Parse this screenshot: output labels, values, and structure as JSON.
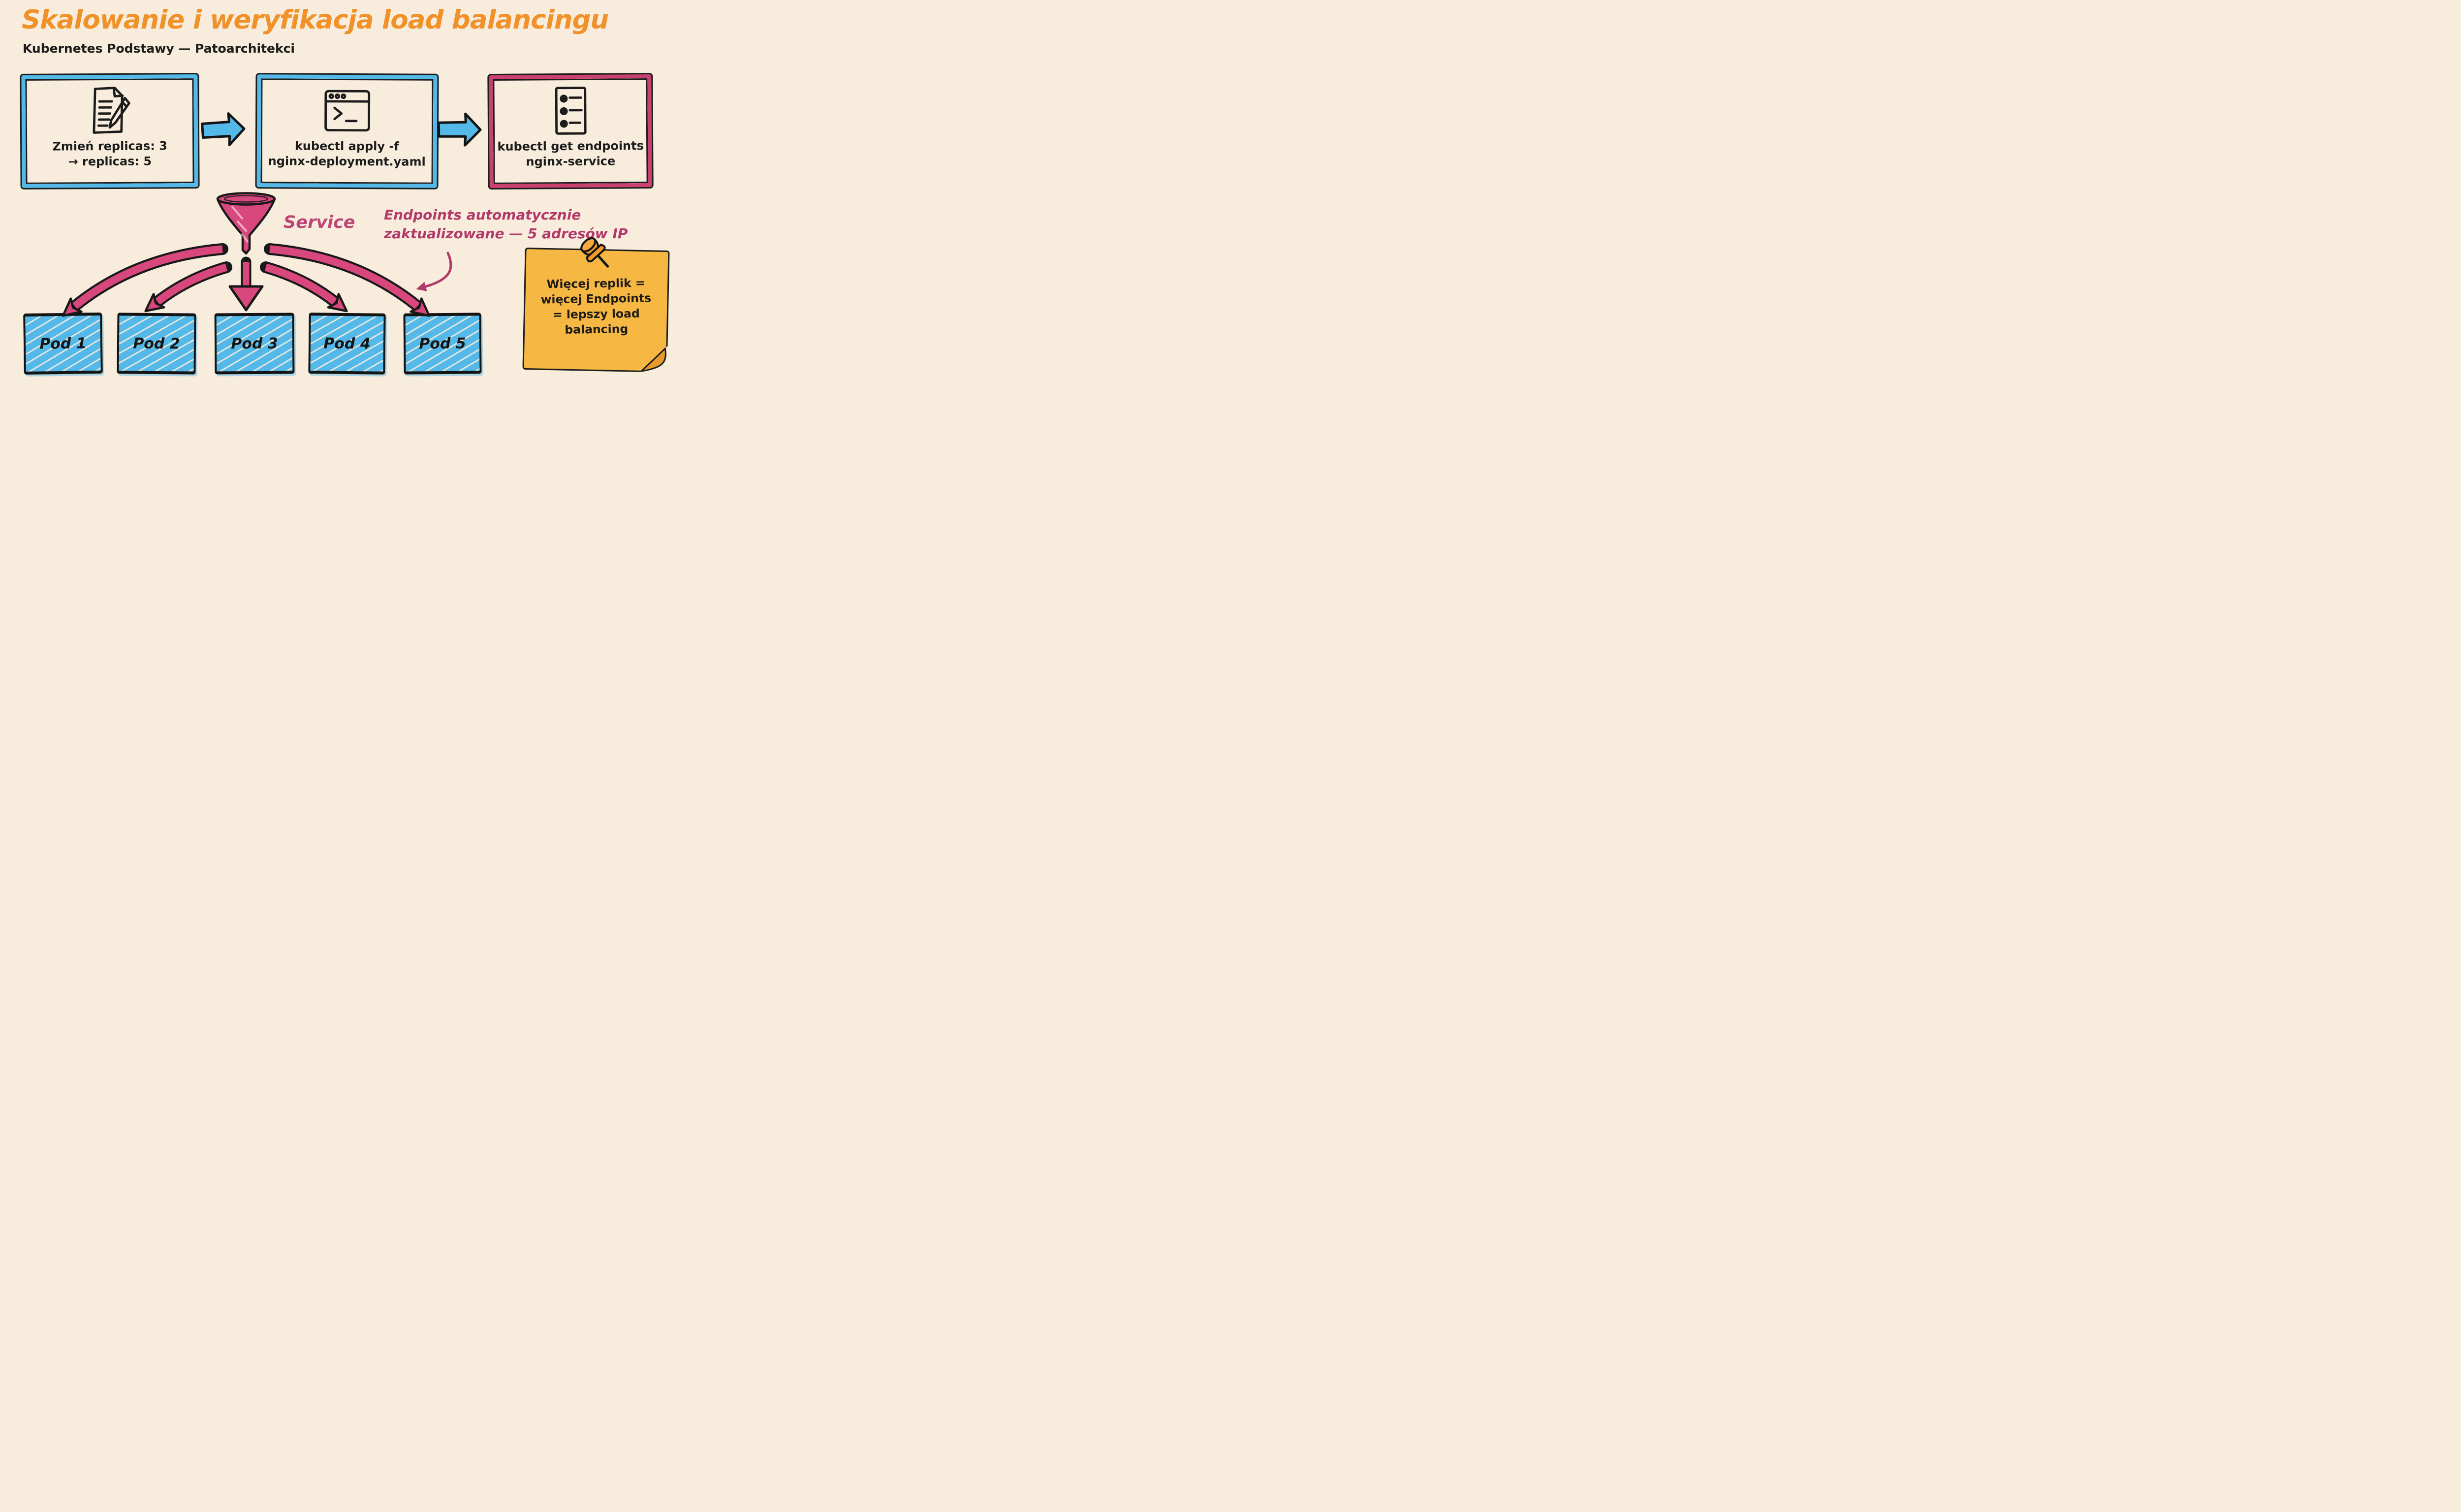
{
  "title": "Skalowanie i weryfikacja load balancingu",
  "subtitle": "Kubernetes Podstawy — Patoarchitekci",
  "colors": {
    "background": "#f8eddc",
    "title_orange": "#f0912a",
    "blue": "#54b9e8",
    "pink_arrow": "#d8487d",
    "magenta_text": "#b23a6b",
    "step3_border": "#c8416f",
    "note_yellow": "#f6b843",
    "pushpin_orange": "#f49a28",
    "ink": "#1c1c1c"
  },
  "steps": [
    {
      "icon": "document-pencil-icon",
      "line1": "Zmień replicas: 3",
      "line2": "→ replicas: 5"
    },
    {
      "icon": "terminal-icon",
      "line1": "kubectl apply -f",
      "line2": "nginx-deployment.yaml"
    },
    {
      "icon": "endpoints-list-icon",
      "line1": "kubectl get endpoints",
      "line2": "nginx-service"
    }
  ],
  "service": {
    "label": "Service"
  },
  "annotation": {
    "line1": "Endpoints automatycznie",
    "line2": "zaktualizowane — 5 adresów IP"
  },
  "sticky_note": {
    "lines": [
      "Więcej replik =",
      "więcej Endpoints",
      "= lepszy load",
      "balancing"
    ]
  },
  "pods": [
    {
      "label": "Pod 1"
    },
    {
      "label": "Pod 2"
    },
    {
      "label": "Pod 3"
    },
    {
      "label": "Pod 4"
    },
    {
      "label": "Pod 5"
    }
  ]
}
